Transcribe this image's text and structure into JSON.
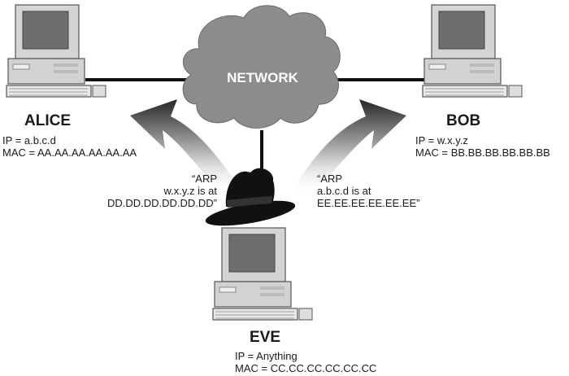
{
  "network": {
    "label": "NETWORK"
  },
  "alice": {
    "name": "ALICE",
    "ip": "IP  =  a.b.c.d",
    "mac": "MAC  =  AA.AA.AA.AA.AA.AA"
  },
  "bob": {
    "name": "BOB",
    "ip": "IP  =  w.x.y.z",
    "mac": "MAC  =  BB.BB.BB.BB.BB.BB"
  },
  "eve": {
    "name": "EVE",
    "ip": "IP  =  Anything",
    "mac": "MAC  =  CC.CC.CC.CC.CC.CC"
  },
  "arp_to_alice": {
    "line1": "“ARP",
    "line2": "w.x.y.z is at",
    "line3": "DD.DD.DD.DD.DD.DD”"
  },
  "arp_to_bob": {
    "line1": "“ARP",
    "line2": "a.b.c.d is at",
    "line3": "EE.EE.EE.EE.EE.EE”"
  },
  "colors": {
    "cloud": "#8c8c8c",
    "computer": "#d4d4d4",
    "screen": "#6e6e6e",
    "arrow_dark": "#2a2a2a",
    "hat": "#111111"
  }
}
